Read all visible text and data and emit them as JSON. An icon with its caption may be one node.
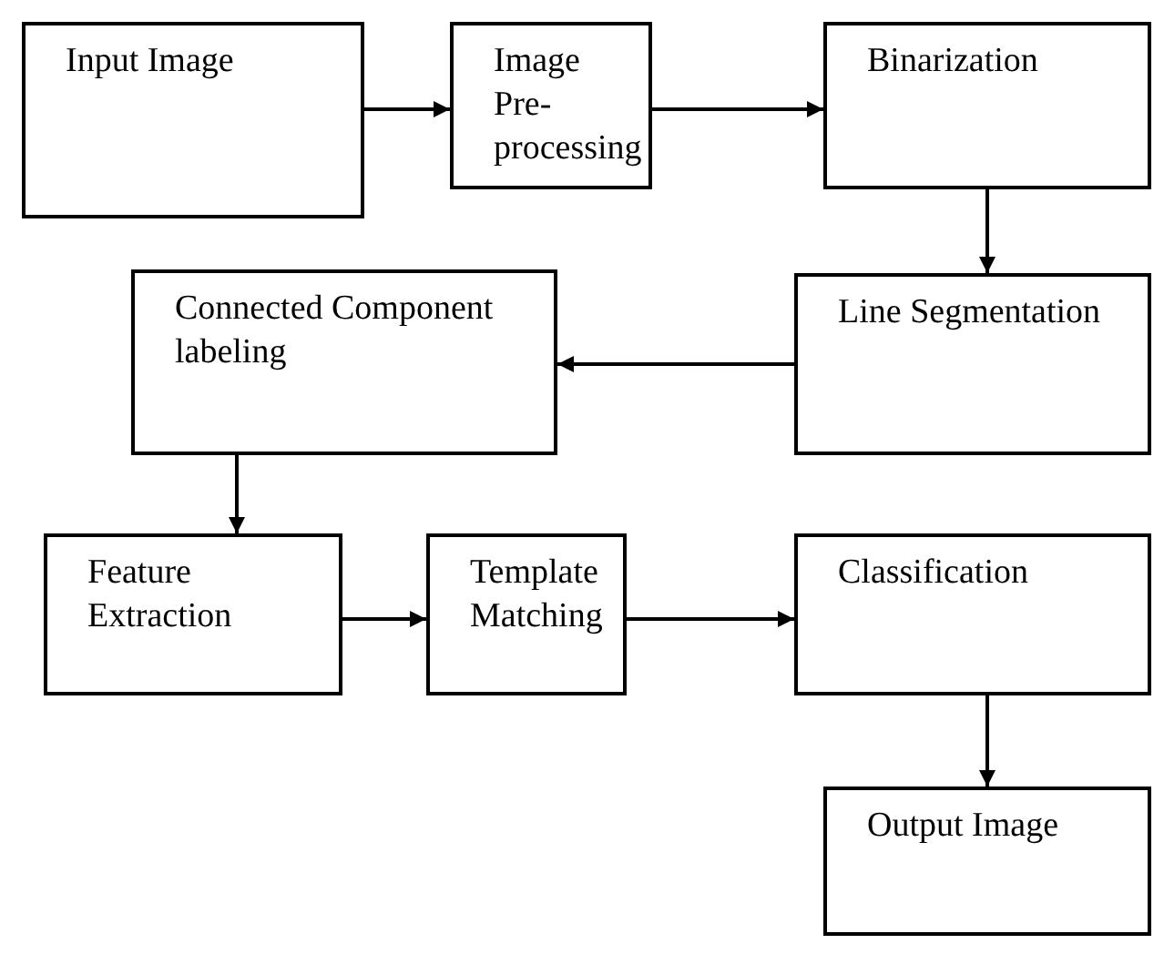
{
  "diagram": {
    "nodes": [
      {
        "text": [
          "Input Image"
        ]
      },
      {
        "text": [
          "Image Pre-processing"
        ]
      },
      {
        "text": [
          "Binarization"
        ]
      },
      {
        "text": [
          "Line Segmentation"
        ]
      },
      {
        "text": [
          "Connected Component labeling"
        ]
      },
      {
        "text": [
          "Feature Extraction"
        ]
      },
      {
        "text": [
          "Template Matching"
        ]
      },
      {
        "text": [
          "Classification"
        ]
      },
      {
        "text": [
          "Output Image"
        ]
      }
    ],
    "edges": [
      {
        "from": 0,
        "to": 1,
        "arrow": "to"
      },
      {
        "from": 1,
        "to": 2,
        "arrow": "to"
      },
      {
        "from": 2,
        "to": 3,
        "arrow": "to"
      },
      {
        "from": 3,
        "to": 4,
        "arrow": "to"
      },
      {
        "from": 4,
        "to": 5,
        "arrow": "to"
      },
      {
        "from": 5,
        "to": 6,
        "arrow": "to"
      },
      {
        "from": 6,
        "to": 7,
        "arrow": "to"
      },
      {
        "from": 7,
        "to": 8,
        "arrow": "to"
      }
    ]
  }
}
